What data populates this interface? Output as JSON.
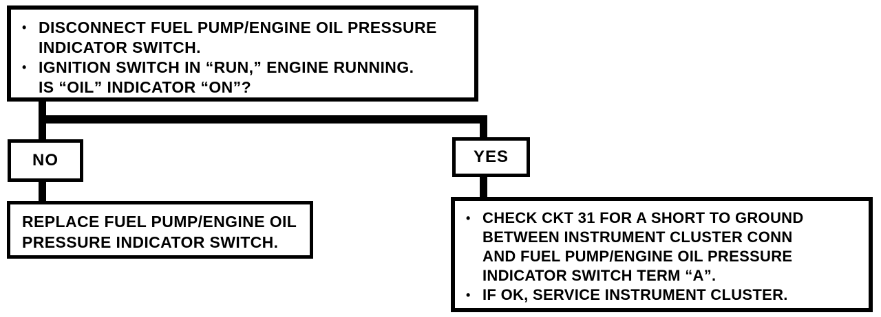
{
  "flowchart": {
    "colors": {
      "ink": "#000000",
      "paper": "#ffffff"
    },
    "question_box": {
      "lines": [
        {
          "bullet": "•",
          "text": "DISCONNECT FUEL PUMP/ENGINE OIL PRESSURE"
        },
        {
          "bullet": "",
          "text": "INDICATOR SWITCH."
        },
        {
          "bullet": "•",
          "text": "IGNITION SWITCH IN “RUN,” ENGINE RUNNING."
        },
        {
          "bullet": "",
          "text": "IS “OIL” INDICATOR “ON”?"
        }
      ]
    },
    "no_branch": {
      "label": "NO",
      "result_lines": [
        "REPLACE FUEL PUMP/ENGINE OIL",
        "PRESSURE INDICATOR SWITCH."
      ]
    },
    "yes_branch": {
      "label": "YES",
      "result_lines": [
        {
          "bullet": "•",
          "text": "CHECK CKT 31 FOR A SHORT TO GROUND"
        },
        {
          "bullet": "",
          "text": "BETWEEN INSTRUMENT CLUSTER CONN"
        },
        {
          "bullet": "",
          "text": "AND FUEL PUMP/ENGINE OIL PRESSURE"
        },
        {
          "bullet": "",
          "text": "INDICATOR SWITCH TERM “A”."
        },
        {
          "bullet": "•",
          "text": "IF OK, SERVICE INSTRUMENT CLUSTER."
        }
      ]
    }
  }
}
